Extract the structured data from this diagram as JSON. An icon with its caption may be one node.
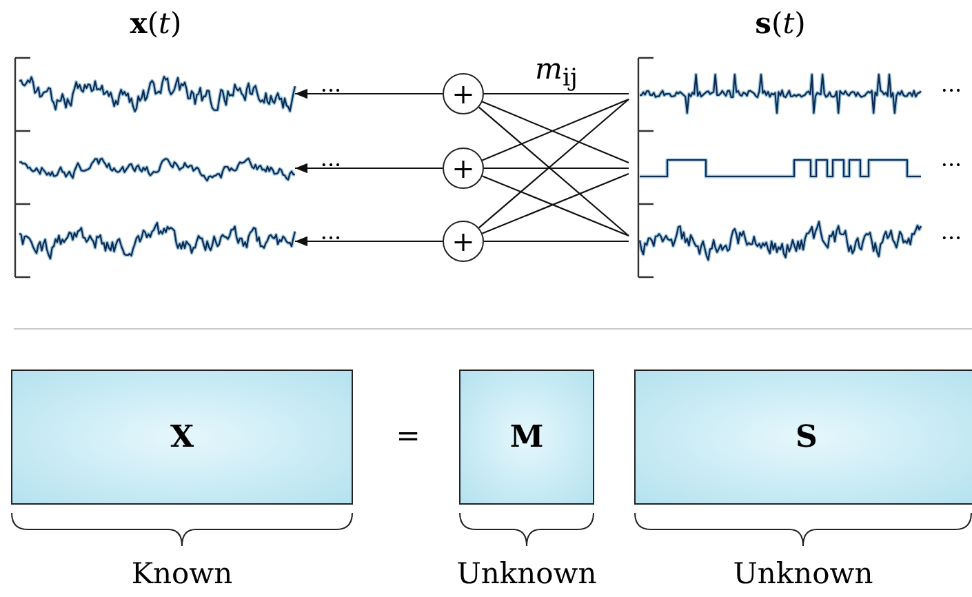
{
  "diagram": {
    "nodes": [
      {
        "text": [],
        "shape": "waveform"
      },
      {
        "text": [],
        "shape": "waveform"
      },
      {
        "text": [],
        "shape": "waveform"
      },
      {
        "text": [
          "+"
        ]
      },
      {
        "text": [
          "+"
        ]
      },
      {
        "text": [
          "+"
        ]
      },
      {
        "text": [],
        "shape": "waveform"
      },
      {
        "text": [],
        "shape": "square-wave"
      },
      {
        "text": [],
        "shape": "waveform"
      },
      {
        "text": [
          "X"
        ],
        "beside": [
          "Known"
        ]
      },
      {
        "text": [
          "M"
        ],
        "beside": [
          "Unknown"
        ]
      },
      {
        "text": [
          "S"
        ],
        "beside": [
          "Unknown"
        ]
      }
    ],
    "edges": [
      {
        "from": 3,
        "to": 0,
        "arrow": "to"
      },
      {
        "from": 4,
        "to": 1,
        "arrow": "to"
      },
      {
        "from": 5,
        "to": 2,
        "arrow": "to"
      },
      {
        "from": 6,
        "to": 3,
        "arrow": "none",
        "label": "*m*$_{ij}$"
      },
      {
        "from": 7,
        "to": 3,
        "arrow": "none"
      },
      {
        "from": 8,
        "to": 3,
        "arrow": "none"
      },
      {
        "from": 6,
        "to": 4,
        "arrow": "none"
      },
      {
        "from": 7,
        "to": 4,
        "arrow": "none"
      },
      {
        "from": 8,
        "to": 4,
        "arrow": "none"
      },
      {
        "from": 6,
        "to": 5,
        "arrow": "none"
      },
      {
        "from": 7,
        "to": 5,
        "arrow": "none"
      },
      {
        "from": 8,
        "to": 5,
        "arrow": "none"
      }
    ],
    "labels": [
      "**x**(*t*)",
      "**s**(*t*)",
      "···",
      "···",
      "···",
      "···",
      "···",
      "···",
      "="
    ]
  }
}
